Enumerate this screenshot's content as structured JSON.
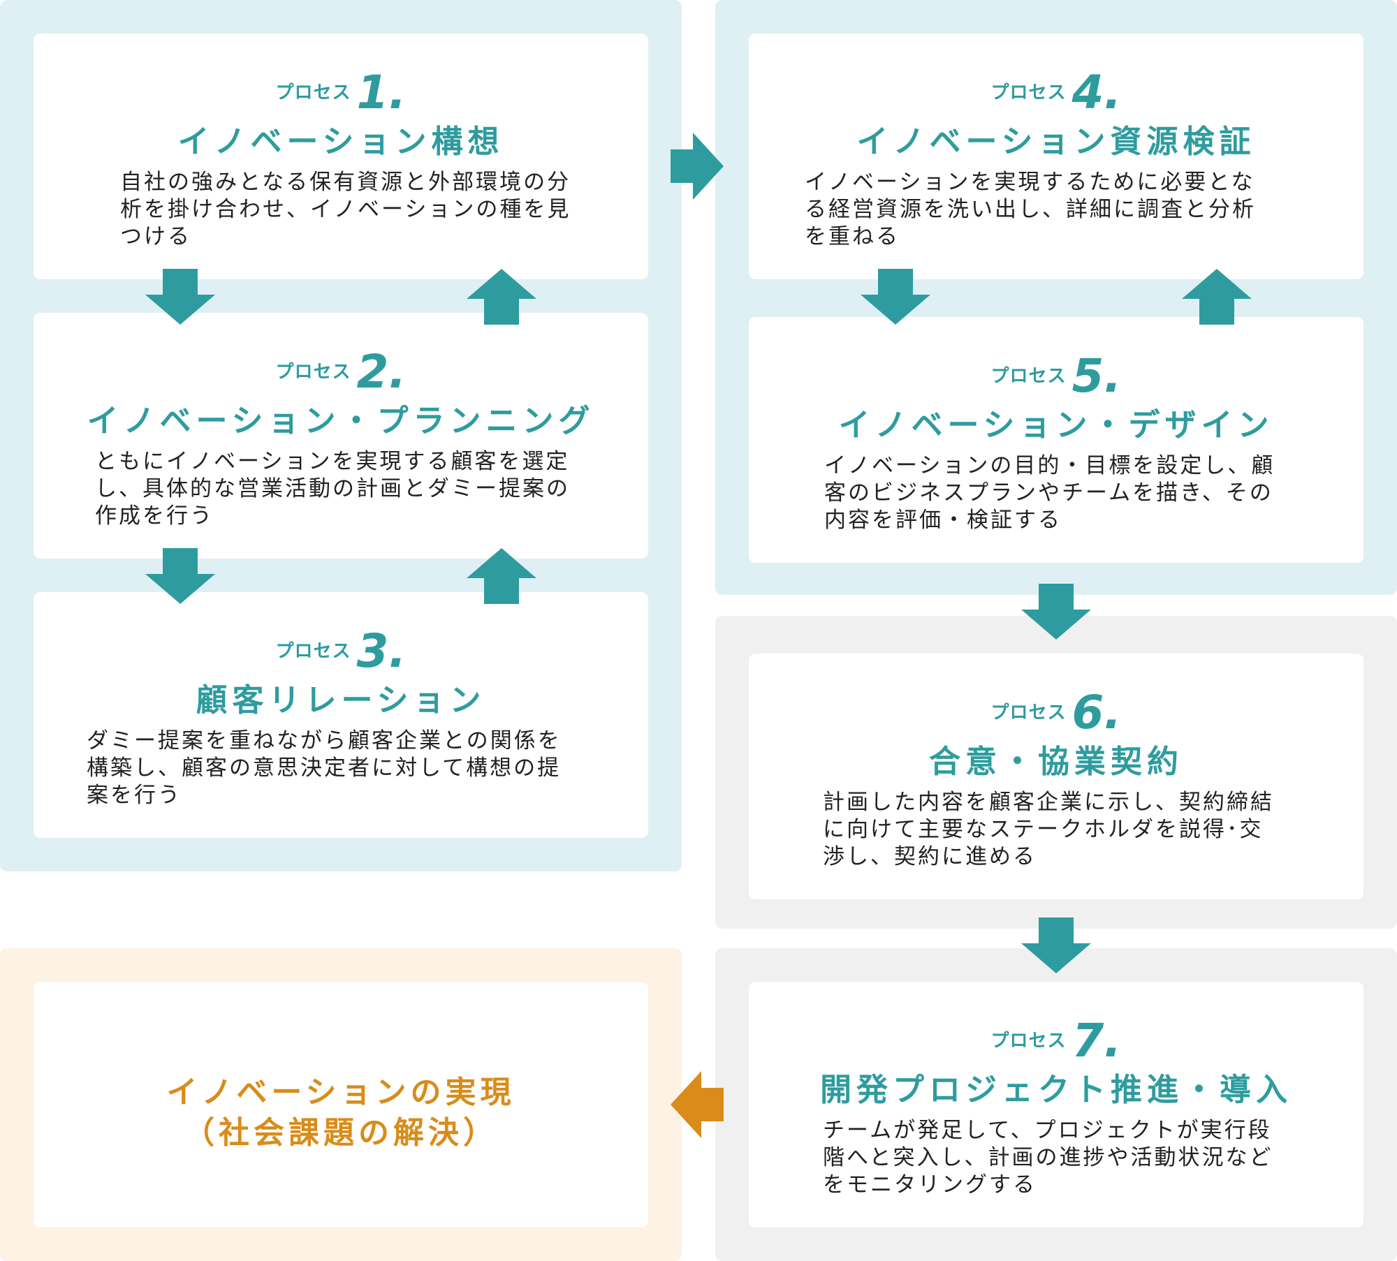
{
  "process_label": "プロセス",
  "steps": [
    {
      "number": "1.",
      "title": "イノベーション構想",
      "description": "自社の強みとなる保有資源と外部環境の分\n析を掛け合わせ、イノベーションの種を見\nつける"
    },
    {
      "number": "2.",
      "title": "イノベーション・プランニング",
      "description": "ともにイノベーションを実現する顧客を選定\nし、具体的な営業活動の計画とダミー提案の\n作成を行う"
    },
    {
      "number": "3.",
      "title": "顧客リレーション",
      "description": "ダミー提案を重ねながら顧客企業との関係を\n構築し、顧客の意思決定者に対して構想の提\n案を行う"
    },
    {
      "number": "4.",
      "title": "イノベーション資源検証",
      "description": "イノベーションを実現するために必要とな\nる経営資源を洗い出し、詳細に調査と分析\nを重ねる"
    },
    {
      "number": "5.",
      "title": "イノベーション・デザイン",
      "description": "イノベーションの目的・目標を設定し、顧\n客のビジネスプランやチームを描き、その\n内容を評価・検証する"
    },
    {
      "number": "6.",
      "title": "合意・協業契約",
      "description": "計画した内容を顧客企業に示し、契約締結\nに向けて主要なステークホルダを説得･交\n渉し、契約に進める"
    },
    {
      "number": "7.",
      "title": "開発プロジェクト推進・導入",
      "description": "チームが発足して、プロジェクトが実行段\n階へと突入し、計画の進捗や活動状況など\nをモニタリングする"
    }
  ],
  "goal": {
    "line1": "イノベーションの実現",
    "line2": "（社会課題の解決）"
  },
  "colors": {
    "accent_teal": "#2e9c9f",
    "accent_orange": "#d98c1a",
    "panel_blue": "#dff0f4",
    "panel_gray": "#f0f0f0",
    "panel_cream": "#fdf2e4"
  }
}
